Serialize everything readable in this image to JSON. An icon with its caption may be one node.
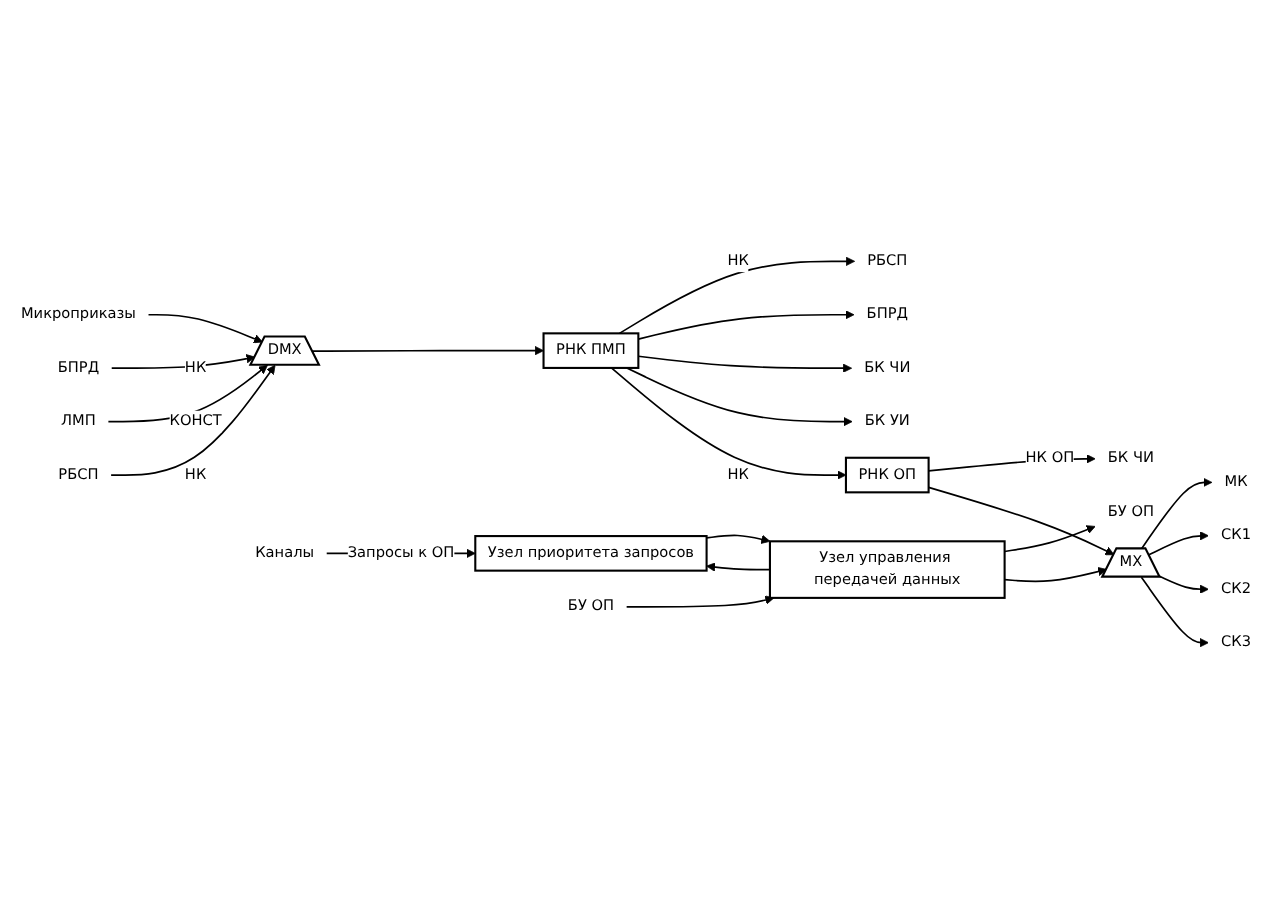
{
  "diagram": {
    "nodes": [
      {
        "text": [
          "Микроприказы"
        ]
      },
      {
        "text": [
          "БПРД"
        ]
      },
      {
        "text": [
          "ЛМП"
        ]
      },
      {
        "text": [
          "РБСП"
        ]
      },
      {
        "text": [
          "DMX"
        ]
      },
      {
        "text": [
          "РНК ПМП"
        ]
      },
      {
        "text": [
          "РБСП"
        ]
      },
      {
        "text": [
          "БПРД"
        ]
      },
      {
        "text": [
          "БК ЧИ"
        ]
      },
      {
        "text": [
          "БК УИ"
        ]
      },
      {
        "text": [
          "РНК ОП"
        ]
      },
      {
        "text": [
          "БК ЧИ"
        ]
      },
      {
        "text": [
          "Каналы"
        ]
      },
      {
        "text": [
          "Узел приоритета запросов"
        ]
      },
      {
        "text": [
          "БУ ОП"
        ]
      },
      {
        "text": [
          "БУ ОП"
        ]
      },
      {
        "text": [
          "Узел управления передачей данных"
        ]
      },
      {
        "text": [
          "MX"
        ]
      },
      {
        "text": [
          "МК"
        ]
      },
      {
        "text": [
          "СК1"
        ]
      },
      {
        "text": [
          "СК2"
        ]
      },
      {
        "text": [
          "СК3"
        ]
      }
    ],
    "edges": [
      {
        "from": 0,
        "to": 4,
        "arrow": "to"
      },
      {
        "from": 1,
        "to": 4,
        "arrow": "to",
        "label": "НК"
      },
      {
        "from": 2,
        "to": 4,
        "arrow": "to",
        "label": "КОНСТ"
      },
      {
        "from": 3,
        "to": 4,
        "arrow": "to",
        "label": "НК"
      },
      {
        "from": 4,
        "to": 5,
        "arrow": "to"
      },
      {
        "from": 5,
        "to": 6,
        "arrow": "to",
        "label": "НК"
      },
      {
        "from": 5,
        "to": 7,
        "arrow": "to"
      },
      {
        "from": 5,
        "to": 8,
        "arrow": "to"
      },
      {
        "from": 5,
        "to": 9,
        "arrow": "to"
      },
      {
        "from": 5,
        "to": 10,
        "arrow": "to",
        "label": "НК"
      },
      {
        "from": 10,
        "to": 11,
        "arrow": "to",
        "label": "НК ОП"
      },
      {
        "from": 10,
        "to": 17,
        "arrow": "to"
      },
      {
        "from": 12,
        "to": 13,
        "arrow": "to",
        "label": "Запросы к ОП"
      },
      {
        "from": 13,
        "to": 16,
        "arrow": "to"
      },
      {
        "from": 16,
        "to": 13,
        "arrow": "to"
      },
      {
        "from": 16,
        "to": 14,
        "arrow": "to"
      },
      {
        "from": 15,
        "to": 16,
        "arrow": "to"
      },
      {
        "from": 16,
        "to": 17,
        "arrow": "to"
      },
      {
        "from": 17,
        "to": 18,
        "arrow": "to"
      },
      {
        "from": 17,
        "to": 19,
        "arrow": "to"
      },
      {
        "from": 17,
        "to": 20,
        "arrow": "to"
      },
      {
        "from": 17,
        "to": 21,
        "arrow": "to"
      }
    ]
  }
}
